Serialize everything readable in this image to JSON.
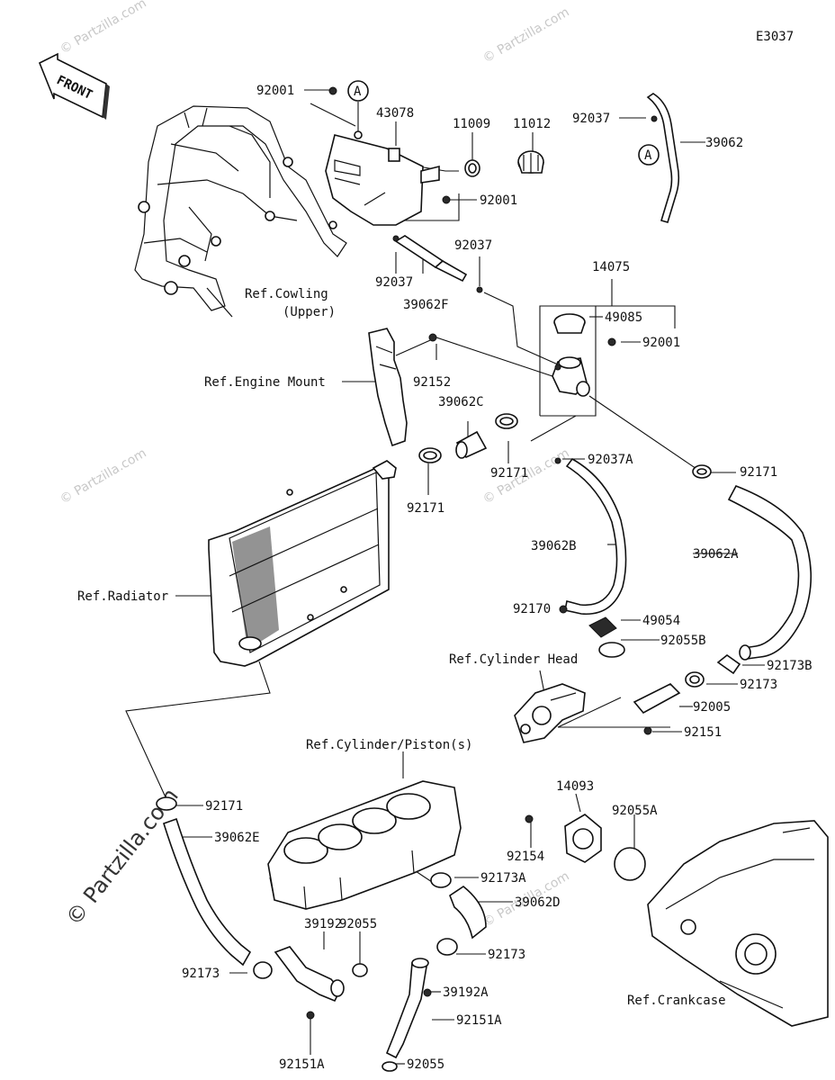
{
  "code": "E3037",
  "front_label": "FRONT",
  "circle_ref": "A",
  "watermark": "© Partzilla.com",
  "labels": {
    "p92001_a": "92001",
    "p43078": "43078",
    "p11009": "11009",
    "p11012": "11012",
    "p92037_a": "92037",
    "p39062": "39062",
    "p92001_b": "92001",
    "p92037_b": "92037",
    "p92037_c": "92037",
    "p39062F": "39062F",
    "ref_cowling_1": "Ref.Cowling",
    "ref_cowling_2": "(Upper)",
    "p14075": "14075",
    "p49085": "49085",
    "p92001_c": "92001",
    "ref_engine_mount": "Ref.Engine Mount",
    "p92152": "92152",
    "p39062C": "39062C",
    "p92171_a": "92171",
    "p92037A": "92037A",
    "p92171_b": "92171",
    "p92171_c": "92171",
    "p39062B": "39062B",
    "p39062A": "39062A",
    "ref_radiator": "Ref.Radiator",
    "p92170": "92170",
    "p49054": "49054",
    "p92055B": "92055B",
    "ref_cylinder_head": "Ref.Cylinder Head",
    "p92173B": "92173B",
    "p92173_a": "92173",
    "p92005": "92005",
    "p92151": "92151",
    "ref_cylinder_piston": "Ref.Cylinder/Piston(s)",
    "p92171_d": "92171",
    "p14093": "14093",
    "p92055A": "92055A",
    "p39062E": "39062E",
    "p92154": "92154",
    "p92173A": "92173A",
    "p39062D": "39062D",
    "p92055_a": "92055",
    "p39192": "39192",
    "p92173_b": "92173",
    "p92173_c": "92173",
    "p39192A": "39192A",
    "p92151A_a": "92151A",
    "ref_crankcase": "Ref.Crankcase",
    "p92151A_b": "92151A",
    "p92055_b": "92055"
  }
}
